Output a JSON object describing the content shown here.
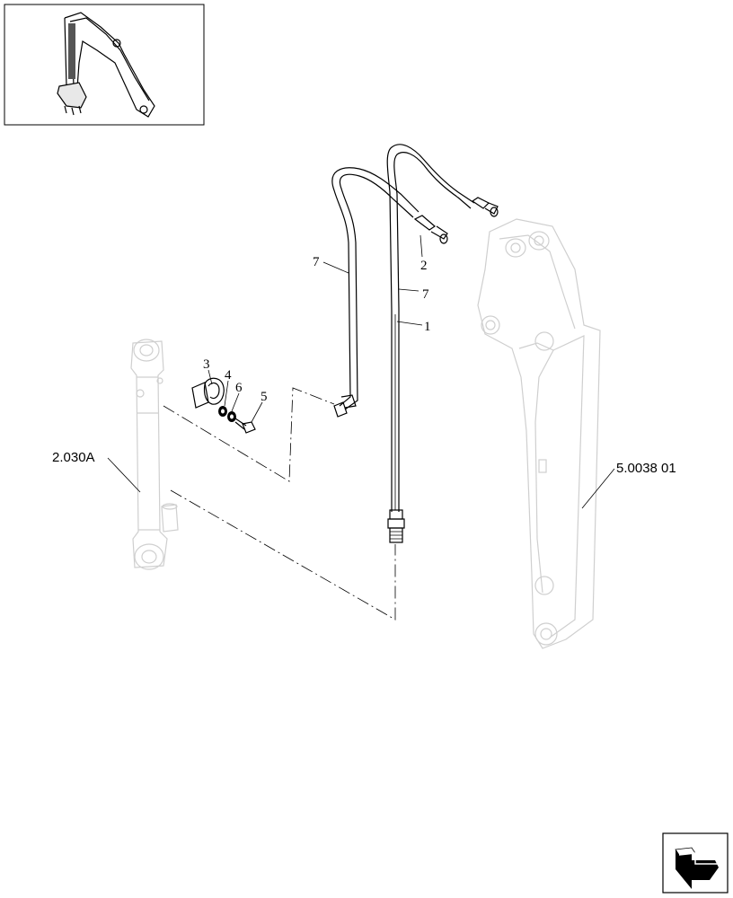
{
  "callouts": {
    "hose_left": "7",
    "fitting_top": "2",
    "hose_right": "7",
    "pipe": "1",
    "clamp": "3",
    "washer_a": "4",
    "washer_b": "6",
    "bolt": "5",
    "cylinder_ref": "2.030A",
    "arm_ref": "5.0038 01"
  },
  "icons": {
    "thumbnail": "excavator-arm-thumbnail",
    "next_page": "next-page-arrow-icon"
  },
  "colors": {
    "line": "#000000",
    "ghost": "#cfcfcf",
    "background": "#ffffff"
  }
}
